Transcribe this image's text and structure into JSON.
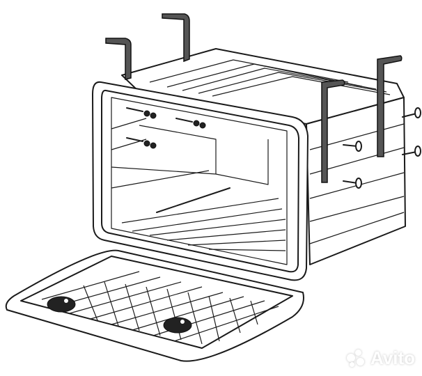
{
  "image": {
    "subject": "toolbox-line-drawing",
    "description": "Open plastic truck toolbox with mounting brackets, bolts and lid with grid tray"
  },
  "watermark": {
    "text": "Avito",
    "color": "#ffffff"
  },
  "colors": {
    "background": "#ffffff",
    "line": "#1a1a1a",
    "bracket": "#555555"
  }
}
